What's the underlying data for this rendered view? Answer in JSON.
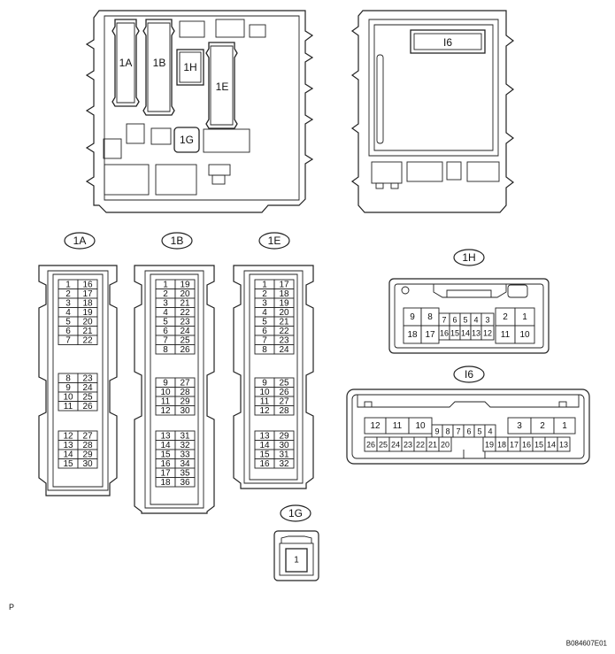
{
  "overview": {
    "left_box_labels": {
      "c1A": "1A",
      "c1B": "1B",
      "c1H": "1H",
      "c1E": "1E",
      "c1G": "1G"
    },
    "right_box_label": "I6"
  },
  "connectors": {
    "A1": {
      "label": "1A",
      "groups": [
        [
          [
            "1",
            "16"
          ],
          [
            "2",
            "17"
          ],
          [
            "3",
            "18"
          ],
          [
            "4",
            "19"
          ],
          [
            "5",
            "20"
          ],
          [
            "6",
            "21"
          ],
          [
            "7",
            "22"
          ]
        ],
        [
          [
            "8",
            "23"
          ],
          [
            "9",
            "24"
          ],
          [
            "10",
            "25"
          ],
          [
            "11",
            "26"
          ]
        ],
        [
          [
            "12",
            "27"
          ],
          [
            "13",
            "28"
          ],
          [
            "14",
            "29"
          ],
          [
            "15",
            "30"
          ]
        ]
      ]
    },
    "B1": {
      "label": "1B",
      "groups": [
        [
          [
            "1",
            "19"
          ],
          [
            "2",
            "20"
          ],
          [
            "3",
            "21"
          ],
          [
            "4",
            "22"
          ],
          [
            "5",
            "23"
          ],
          [
            "6",
            "24"
          ],
          [
            "7",
            "25"
          ],
          [
            "8",
            "26"
          ]
        ],
        [
          [
            "9",
            "27"
          ],
          [
            "10",
            "28"
          ],
          [
            "11",
            "29"
          ],
          [
            "12",
            "30"
          ]
        ],
        [
          [
            "13",
            "31"
          ],
          [
            "14",
            "32"
          ],
          [
            "15",
            "33"
          ],
          [
            "16",
            "34"
          ],
          [
            "17",
            "35"
          ],
          [
            "18",
            "36"
          ]
        ]
      ]
    },
    "E1": {
      "label": "1E",
      "groups": [
        [
          [
            "1",
            "17"
          ],
          [
            "2",
            "18"
          ],
          [
            "3",
            "19"
          ],
          [
            "4",
            "20"
          ],
          [
            "5",
            "21"
          ],
          [
            "6",
            "22"
          ],
          [
            "7",
            "23"
          ],
          [
            "8",
            "24"
          ]
        ],
        [
          [
            "9",
            "25"
          ],
          [
            "10",
            "26"
          ],
          [
            "11",
            "27"
          ],
          [
            "12",
            "28"
          ]
        ],
        [
          [
            "13",
            "29"
          ],
          [
            "14",
            "30"
          ],
          [
            "15",
            "31"
          ],
          [
            "16",
            "32"
          ]
        ]
      ]
    },
    "H1": {
      "label": "1H",
      "row1": [
        "9",
        "8",
        "7",
        "6",
        "5",
        "4",
        "3",
        "2",
        "1"
      ],
      "row2": [
        "18",
        "17",
        "16",
        "15",
        "14",
        "13",
        "12",
        "11",
        "10"
      ]
    },
    "I6": {
      "label": "I6",
      "top_left": [
        "12",
        "11",
        "10"
      ],
      "top_right": [
        "3",
        "2",
        "1"
      ],
      "mid": [
        "9",
        "8",
        "7",
        "6",
        "5",
        "4"
      ],
      "bottom": [
        "26",
        "25",
        "24",
        "23",
        "22",
        "21",
        "20",
        "19",
        "18",
        "17",
        "16",
        "15",
        "14",
        "13"
      ]
    },
    "G1": {
      "label": "1G",
      "pin": "1"
    }
  },
  "footer": {
    "left_mark": "P",
    "figure_code": "B084607E01"
  }
}
